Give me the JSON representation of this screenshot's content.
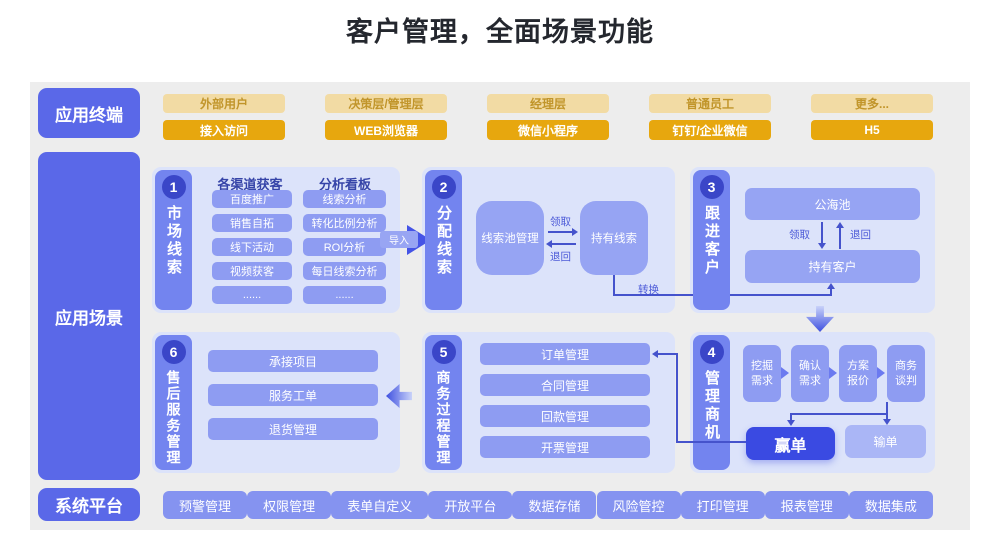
{
  "title": "客户管理，全面场景功能",
  "rails": {
    "terminal": "应用终端",
    "scenario": "应用场景",
    "platform": "系统平台"
  },
  "terminal_row": {
    "columns": [
      {
        "role": "外部用户",
        "channel": "接入访问"
      },
      {
        "role": "决策层/管理层",
        "channel": "WEB浏览器"
      },
      {
        "role": "经理层",
        "channel": "微信小程序"
      },
      {
        "role": "普通员工",
        "channel": "钉钉/企业微信"
      },
      {
        "role": "更多...",
        "channel": "H5"
      }
    ]
  },
  "sections": {
    "s1": {
      "num": "1",
      "title": "市场线索",
      "col1_header": "各渠道获客",
      "col1_items": [
        "百度推广",
        "销售自拓",
        "线下活动",
        "视频获客",
        "......"
      ],
      "col2_header": "分析看板",
      "col2_items": [
        "线索分析",
        "转化比例分析",
        "ROI分析",
        "每日线索分析",
        "......"
      ]
    },
    "s2": {
      "num": "2",
      "title": "分配线索",
      "box1": "线索池管理",
      "box2": "持有线索",
      "claim": "领取",
      "return": "退回",
      "convert": "转换"
    },
    "s3": {
      "num": "3",
      "title": "跟进客户",
      "box1": "公海池",
      "box2": "持有客户",
      "claim": "领取",
      "return": "退回"
    },
    "s4": {
      "num": "4",
      "title": "管理商机",
      "steps": [
        "挖掘需求",
        "确认需求",
        "方案报价",
        "商务谈判"
      ],
      "win": "赢单",
      "lose": "输单"
    },
    "s5": {
      "num": "5",
      "title": "商务过程管理",
      "items": [
        "订单管理",
        "合同管理",
        "回款管理",
        "开票管理"
      ]
    },
    "s6": {
      "num": "6",
      "title": "售后服务管理",
      "items": [
        "承接项目",
        "服务工单",
        "退货管理"
      ]
    }
  },
  "flow_labels": {
    "import": "导入"
  },
  "platform_row": {
    "items": [
      "预警管理",
      "权限管理",
      "表单自定义",
      "开放平台",
      "数据存储",
      "风险管控",
      "打印管理",
      "报表管理",
      "数据集成"
    ]
  },
  "colors": {
    "rail_blue": "#5a68e8",
    "panel_blue": "#dce3fa",
    "bar_blue": "#7384ef",
    "chip_blue": "#8e9cf2",
    "gold": "#e7a70e",
    "light_gold": "#f2dba4",
    "win_blue": "#3a4ae2",
    "lose_blue": "#aab6f6",
    "line_blue": "#4553cc",
    "gray_bg": "#ededed"
  }
}
